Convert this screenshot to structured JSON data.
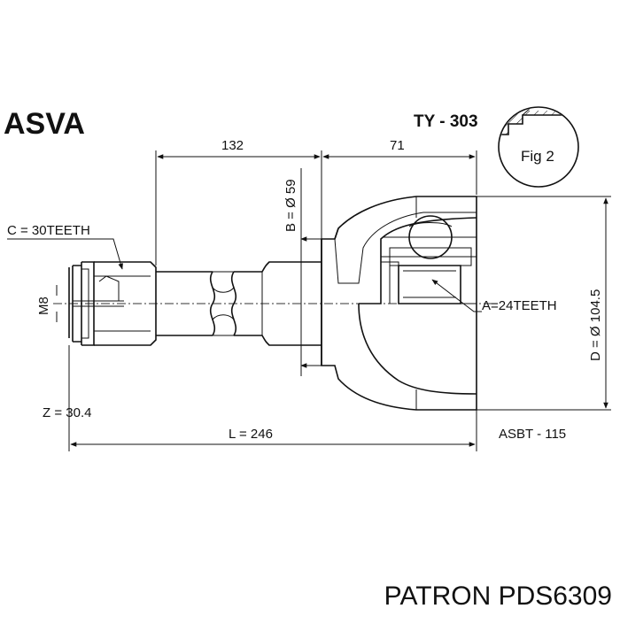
{
  "header": {
    "brand": "ASVA",
    "model": "TY - 303"
  },
  "dimensions": {
    "length_a": "132",
    "length_b": "71",
    "bore": "B = Ø 59",
    "outer_diameter": "D = Ø 104.5",
    "spline_outer": "C = 30TEETH",
    "spline_inner": "A=24TEETH",
    "thread": "M8",
    "z": "Z = 30.4",
    "total_length": "L = 246",
    "abs": "ASBT - 115"
  },
  "figure_label": "Fig 2",
  "footer": {
    "text": "PATRON PDS6309"
  },
  "colors": {
    "ink": "#111111",
    "background": "#ffffff"
  }
}
